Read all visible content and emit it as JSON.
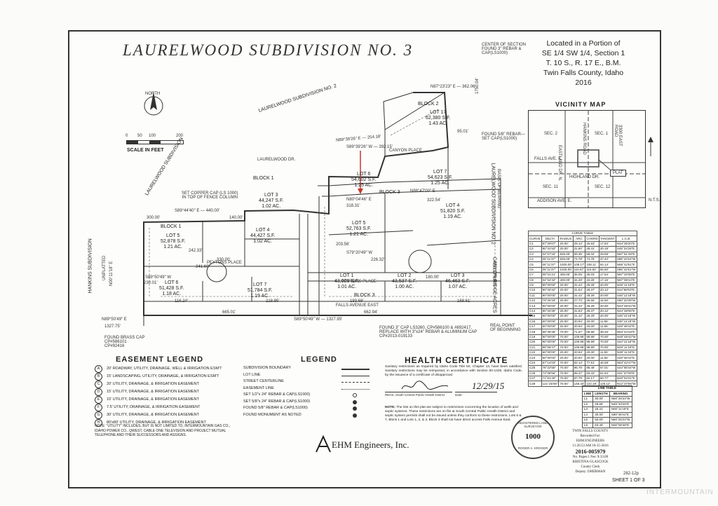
{
  "title": "LAURELWOOD SUBDIVISION NO. 3",
  "location": {
    "line1": "Located in a Portion of",
    "line2": "SE 1/4 SW 1/4, Section 1",
    "line3": "T. 10 S., R. 17 E., B.M.",
    "line4": "Twin Falls County, Idaho",
    "line5": "2016"
  },
  "north_label": "NORTH",
  "scale": {
    "ticks": [
      "0",
      "50",
      "100",
      "200"
    ],
    "label": "SCALE IN FEET"
  },
  "section_corner": "CENTER OF SECTION\nFOUND 3\" REBAR &\nCAP(LS1000)",
  "vicinity": {
    "title": "VICINITY MAP",
    "labels": [
      "SEC. 2",
      "SEC. 1",
      "EASTLAND DR. N.",
      "HANKINS ROAD",
      "3300 EAST ROAD",
      "FALLS AVE. E.",
      "HIGHLAND DR.",
      "SEC. 11",
      "SEC. 12",
      "ADDISON AVE. E.",
      "PLAT"
    ],
    "nts": "N.T.S."
  },
  "plat": {
    "adjacent": [
      "LAURELWOOD SUBDIVISION NO. 2",
      "LAURELWOOD SUBDIVISION",
      "HANKINS SUBDIVISION",
      "CANYON RIDGE ACRES",
      "LAURELWOOD SUBDIVISION NO. 2",
      "UNPLATTED",
      "UNPLATTED"
    ],
    "streets": [
      "LAURELWOOD DR.",
      "CANYON PLACE",
      "PEYTONS PLACE",
      "PEYTONS PLACE",
      "FALLS AVENUE EAST"
    ],
    "blocks": [
      "BLOCK 1",
      "BLOCK 1",
      "BLOCK 2",
      "BLOCK 3",
      "BLOCK 3"
    ],
    "lots": [
      {
        "name": "LOT 17",
        "sf": "62,380 S.F.",
        "ac": "1.43 AC."
      },
      {
        "name": "LOT 3",
        "sf": "44,247 S.F.",
        "ac": "1.02 AC."
      },
      {
        "name": "LOT 4",
        "sf": "44,427 S.F.",
        "ac": "1.02 AC."
      },
      {
        "name": "LOT 5",
        "sf": "52,878 S.F.",
        "ac": "1.21 AC."
      },
      {
        "name": "LOT 6",
        "sf": "51,428 S.F.",
        "ac": "1.18 AC."
      },
      {
        "name": "LOT 7",
        "sf": "51,784 S.F.",
        "ac": "1.19 AC."
      },
      {
        "name": "LOT 6",
        "sf": "54,602 S.F.",
        "ac": "1.25 AC."
      },
      {
        "name": "LOT 7",
        "sf": "54,623 S.F.",
        "ac": "1.25 AC."
      },
      {
        "name": "LOT 5",
        "sf": "52,763 S.F.",
        "ac": "1.21 AC."
      },
      {
        "name": "LOT 4",
        "sf": "51,820 S.F.",
        "ac": "1.19 AC."
      },
      {
        "name": "LOT 1",
        "sf": "43,920 S.F.",
        "ac": "1.01 AC."
      },
      {
        "name": "LOT 2",
        "sf": "43,537 S.F.",
        "ac": "1.00 AC."
      },
      {
        "name": "LOT 3",
        "sf": "46,463 S.F.",
        "ac": "1.07 AC."
      }
    ],
    "bearings": [
      "N87°23'23\" E — 362.06'",
      "N89°39'26\" E — 254.18'",
      "S89°39'26\" W — 392.15'",
      "S89°44'40\" E — 440.00'",
      "S89°50'49\" W",
      "S89°50'49\" W — 1327.95'",
      "N89°50'49\" E",
      "1327.75'",
      "N88°47'00\" E",
      "N80°04'46\" E",
      "S79°20'49\" W",
      "N00°11'18\" E",
      "1750.04'"
    ],
    "dims": [
      "662.94'",
      "665.01'",
      "330.00'",
      "241.60'",
      "242.33'",
      "230.01'",
      "300.00'",
      "140.00'",
      "218.95'",
      "318.31'",
      "322.54'",
      "203.56'",
      "226.32'",
      "180.00'",
      "168.61'",
      "193.68'",
      "116.24'",
      "95.01'"
    ],
    "notes": [
      "SET COPPER CAP (LS 1000)\nIN TOP OF FENCE COLUMN",
      "FOUND BRASS CAP\nCP#586101\nCP#92416",
      "FOUND 3\" CAP LS3260, CP#586100 & #892417,\nREPLACE WITH 3\"x24\" REBAR & ALUMINUM CAP\nCP#2013-019133",
      "REAL POINT\nOF BEGINNING",
      "FOUND 5/8\" REBAR—\nSET CAP(LS1000)",
      "BASIS OF BEARING"
    ]
  },
  "curve_table": {
    "title": "CURVE TABLE",
    "headers": [
      "CURVE",
      "DELTA",
      "RADIUS",
      "ARC",
      "CHORD",
      "TANGENT",
      "L.C.B."
    ],
    "rows": [
      [
        "C1",
        "87°29'07\"",
        "20.00'",
        "29.14'",
        "26.63'",
        "17.84'",
        "N44°35'20\"E"
      ],
      [
        "C2",
        "90°31'53\"",
        "20.00'",
        "31.60'",
        "28.41'",
        "20.19'",
        "S45°24'26\"E"
      ],
      [
        "C3",
        "04°07'16\"",
        "825.00'",
        "59.35'",
        "59.34'",
        "29.69'",
        "N87°51'49\"E"
      ],
      [
        "C4",
        "05°11'37\"",
        "825.00'",
        "74.78'",
        "74.75'",
        "37.42'",
        "S85°43'24\"W"
      ],
      [
        "C5",
        "06°11'37\"",
        "1000.00'",
        "108.17'",
        "108.11'",
        "54.14'",
        "N86°42'51\"E"
      ],
      [
        "C6",
        "06°11'37\"",
        "1025.00'",
        "110.87'",
        "110.82'",
        "55.50'",
        "S86°42'51\"W"
      ],
      [
        "C7",
        "05°01'21\"",
        "400.00'",
        "35.05'",
        "35.03'",
        "17.54'",
        "N87°20'08\"E"
      ],
      [
        "C8",
        "04°54'34\"",
        "400.00'",
        "34.28'",
        "34.26'",
        "17.15'",
        "N87°08'44\"E"
      ],
      [
        "C9",
        "90°00'00\"",
        "20.00'",
        "31.42'",
        "28.28'",
        "20.00'",
        "N45°11'18\"E"
      ],
      [
        "C10",
        "90°20'42\"",
        "20.00'",
        "31.54'",
        "28.37'",
        "20.12'",
        "S44°58'03\"E"
      ],
      [
        "C11",
        "90°00'00\"",
        "20.00'",
        "31.42'",
        "28.28'",
        "20.00'",
        "S45°11'18\"W"
      ],
      [
        "C12",
        "79°26'18\"",
        "20.00'",
        "27.73'",
        "25.56'",
        "16.60'",
        "S50°33'39\"W"
      ],
      [
        "C13",
        "90°00'00\"",
        "20.00'",
        "31.42'",
        "28.28'",
        "20.00'",
        "N44°48'42\"W"
      ],
      [
        "C14",
        "90°20'35\"",
        "20.00'",
        "31.54'",
        "28.37'",
        "20.12'",
        "N44°38'06\"E"
      ],
      [
        "C15",
        "90°00'00\"",
        "20.00'",
        "31.42'",
        "28.28'",
        "20.00'",
        "S45°11'18\"W"
      ],
      [
        "C16",
        "60°00'00\"",
        "20.00'",
        "20.94'",
        "20.00'",
        "11.55'",
        "S30°11'18\"W"
      ],
      [
        "C17",
        "60°00'00\"",
        "20.00'",
        "20.94'",
        "20.00'",
        "11.55'",
        "S29°48'42\"E"
      ],
      [
        "C18",
        "58°39'36\"",
        "70.00'",
        "71.67'",
        "68.58'",
        "39.33'",
        "N54°44'18\"E"
      ],
      [
        "C19",
        "90°00'00\"",
        "70.00'",
        "109.96'",
        "98.99'",
        "70.00'",
        "N45°48'42\"W"
      ],
      [
        "C20",
        "90°00'00\"",
        "70.00'",
        "109.96'",
        "98.99'",
        "70.00'",
        "S44°11'18\"W"
      ],
      [
        "C21",
        "89°59'47\"",
        "70.00'",
        "109.95'",
        "98.99'",
        "70.00'",
        "N45°11'18\"E"
      ],
      [
        "C22",
        "60°00'00\"",
        "20.00'",
        "20.94'",
        "20.00'",
        "11.55'",
        "N30°11'18\"E"
      ],
      [
        "C23",
        "60°00'00\"",
        "20.00'",
        "20.94'",
        "20.00'",
        "11.55'",
        "S29°48'42\"E"
      ],
      [
        "C24",
        "67°14'03\"",
        "70.00'",
        "82.14'",
        "77.51'",
        "46.58'",
        "N63°42'47\"W"
      ],
      [
        "C25",
        "78°22'56\"",
        "70.00'",
        "95.76'",
        "88.48'",
        "57.01'",
        "S44°08'44\"W"
      ],
      [
        "C26",
        "73°08'56\"",
        "70.00'",
        "89.37'",
        "83.43'",
        "51.94'",
        "S31°37'09\"E"
      ],
      [
        "C27",
        "71°51'40\"",
        "70.00'",
        "87.79'",
        "82.17'",
        "50.77'",
        "N40°52'31\"E"
      ],
      [
        "C28",
        "121°25'06\"",
        "70.00'",
        "148.34'",
        "122.19'",
        "125.12'",
        "N12°37'56\"W"
      ]
    ]
  },
  "line_table": {
    "title": "LINE TABLE",
    "headers": [
      "LINE",
      "LENGTH",
      "BEARING"
    ],
    "rows": [
      [
        "L1",
        "30.00'",
        "N60°26'24\"W"
      ],
      [
        "L2",
        "29.66'",
        "N45°33'26\"E"
      ],
      [
        "L3",
        "28.31'",
        "N00°11'18\"E"
      ],
      [
        "L4",
        "30.00'",
        "S89°48'41\"E"
      ],
      [
        "L5",
        "50.00'",
        "N60°26'24\"W"
      ],
      [
        "L6",
        "83.49'",
        "N00°08'48\"E"
      ]
    ]
  },
  "easement_legend": {
    "title": "EASEMENT LEGEND",
    "items": [
      {
        "sym": "A",
        "text": "20' ROADWAY, UTILITY, DRAINAGE, WELL & IRRIGATION ESM'T"
      },
      {
        "sym": "B",
        "text": "15' LANDSCAPING, UTILITY, DRAINAGE, & IRRIGATION ESM'T"
      },
      {
        "sym": "C",
        "text": "20' UTILITY, DRAINAGE, & IRRIGATION EASEMENT"
      },
      {
        "sym": "D",
        "text": "15' UTILITY, DRAINAGE, & IRRIGATION EASEMENT"
      },
      {
        "sym": "E",
        "text": "10' UTILITY, DRAINAGE, & IRRIGATION EASEMENT"
      },
      {
        "sym": "F",
        "text": "7.5' UTILITY, DRAINAGE, & IRRIGATION EASEMENT"
      },
      {
        "sym": "G",
        "text": "30' UTILITY, DRAINAGE, & IRRIGATION EASEMENT"
      },
      {
        "sym": "H",
        "text": "80'x80' UTILITY, DRAINAGE, & IRRIGATION EASEMENT"
      }
    ],
    "note": "NOTE: \"UTILITY\" INCLUDES, BUT IS NOT LIMITED TO, INTERMOUNTAIN GAS CO., IDAHO POWER CO., QWEST, CABLE ONE TELEVISION AND PROJECT MUTUAL TELEPHONE AND THEIR SUCCESSORS AND ASSIGNS."
  },
  "legend": {
    "title": "LEGEND",
    "items": [
      "SUBDIVISION BOUNDARY",
      "LOT LINE",
      "STREET CENTERLINE",
      "EASEMENT LINE",
      "SET 1/2\"x 24\" REBAR & CAP(LS1000)",
      "SET 5/8\"x 24\" REBAR & CAP(LS1000)",
      "FOUND 5/8\" REBAR & CAP(LS1000)",
      "FOUND MONUMENT AS NOTED"
    ]
  },
  "health": {
    "title": "HEALTH CERTIFICATE",
    "text": "Sanitary restrictions as required by Idaho Code Title 50, Chapter 13, have been satisfied. Sanitary restrictions may be reimposed, in accordance with Section 50-1326, Idaho Code, by the issuance of a certificate of disapproval.",
    "signer": "REHS, South Central Public Health District",
    "date_label": "Date:",
    "date": "12/29/15",
    "note_title": "NOTE:",
    "note": "The lots on this plat are subject to restrictions concerning the location of wells and septic systems. These restrictions are on file at South Central Public Health District and septic system permits shall not be issued unless they conform to these restrictions. Lots 6 & 7, Block 1 and Lots 1, 2, & 3, Block 3 shall not have direct access Falls Avenue East."
  },
  "engineer": "EHM Engineers, Inc.",
  "seal": {
    "outer": "REGISTERED LAND SURVEYOR",
    "number": "1000",
    "name": "ROGER A. KROGER"
  },
  "recording": {
    "lines": [
      "TWIN FALLS COUNTY",
      "Recorded For:",
      "EHM ENGINEERS",
      "11:26:53 AM     10-15-2016",
      "2016-005979",
      "No. Pages:1     Fee: $ 33.00",
      "KRISTINA GLASCOCK",
      "County Clerk",
      "Deputy: DHERMAN"
    ]
  },
  "sheet": "SHEET 1 OF 3",
  "sheet_ref": "282-12p",
  "watermark": "INTERMOUNTAIN"
}
